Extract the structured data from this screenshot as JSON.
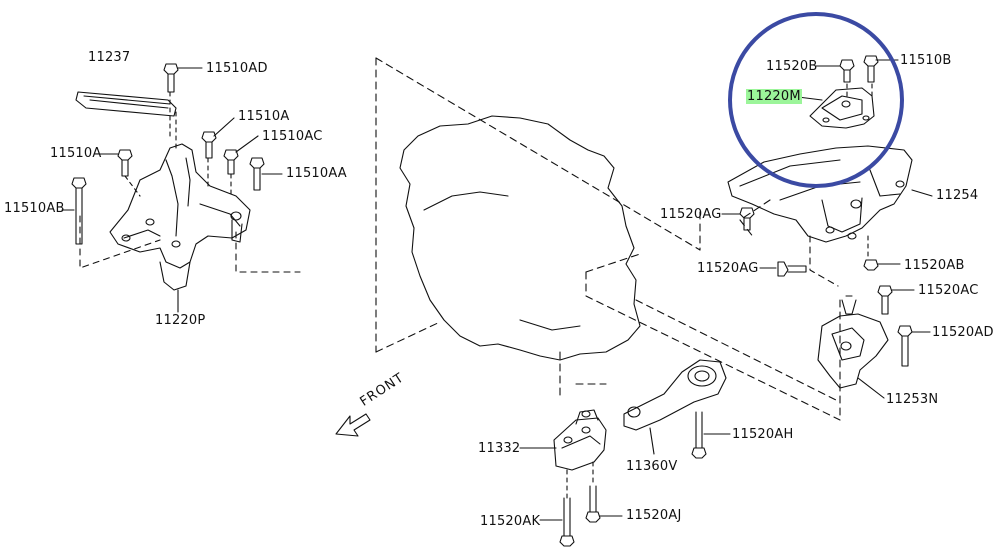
{
  "parts": {
    "p11237": "11237",
    "p11510AD": "11510AD",
    "p11510A_1": "11510A",
    "p11510AC": "11510AC",
    "p11510A_2": "11510A",
    "p11510AA": "11510AA",
    "p11510AB": "11510AB",
    "p11220P": "11220P",
    "p11520B": "11520B",
    "p11510B": "11510B",
    "p11220M": "11220M",
    "p11254": "11254",
    "p11520AG_1": "11520AG",
    "p11520AG_2": "11520AG",
    "p11520AB": "11520AB",
    "p11520AC": "11520AC",
    "p11520AD": "11520AD",
    "p11253N": "11253N",
    "p11332": "11332",
    "p11360V": "11360V",
    "p11520AH": "11520AH",
    "p11520AK": "11520AK",
    "p11520AJ": "11520AJ"
  },
  "direction": {
    "front": "FRONT"
  },
  "highlight": {
    "color": "#9cf59a",
    "circle_color": "#3b4aa3"
  }
}
